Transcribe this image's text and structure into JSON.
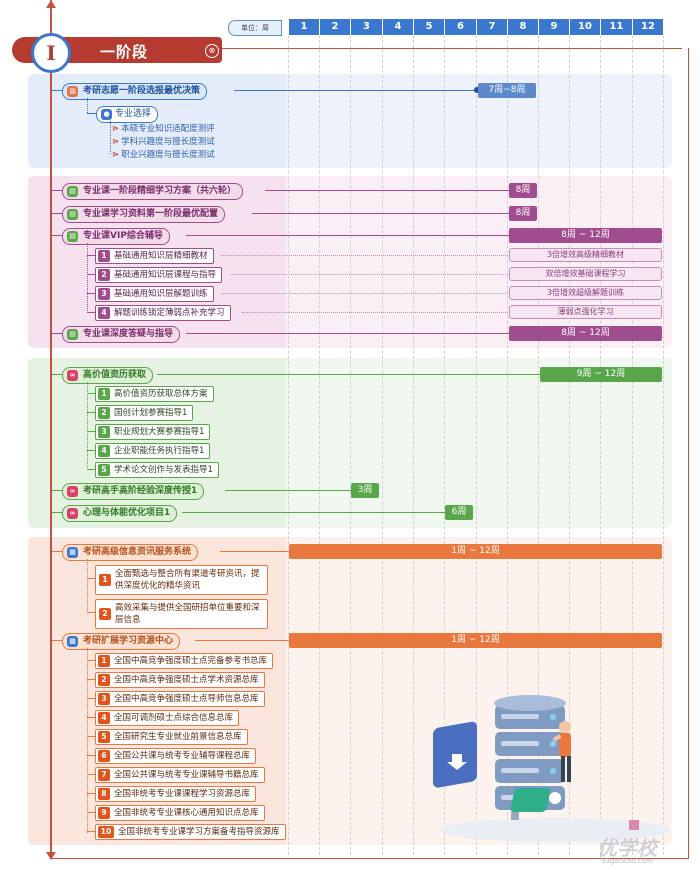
{
  "header": {
    "unit_label": "单位：周",
    "months": [
      "1",
      "2",
      "3",
      "4",
      "5",
      "6",
      "7",
      "8",
      "9",
      "10",
      "11",
      "12"
    ]
  },
  "stage": {
    "numeral": "I",
    "title": "一阶段",
    "chevron": "⊗"
  },
  "section1": {
    "title": "考研志愿一阶段选报最优决策",
    "duration": "7周~8周",
    "group_label": "专业选择",
    "items": [
      "本硕专业知识适配度测评",
      "学科兴趣度与擅长度测试",
      "职业兴趣度与擅长度测试"
    ]
  },
  "section2": {
    "rows": [
      {
        "title": "专业课一阶段精细学习方案（共六轮）",
        "duration": "8周"
      },
      {
        "title": "专业课学习资料第一阶段最优配置",
        "duration": "8周"
      },
      {
        "title": "专业课VIP综合辅导",
        "duration": "8周 ~ 12周"
      }
    ],
    "subs": [
      {
        "num": "1",
        "label": "基础通用知识层精细教材",
        "detail": "3倍增效高级精细教材"
      },
      {
        "num": "2",
        "label": "基础通用知识层课程与指导",
        "detail": "双倍增效基础课程学习"
      },
      {
        "num": "3",
        "label": "基础通用知识层解题训练",
        "detail": "3倍增效超级解题训练"
      },
      {
        "num": "4",
        "label": "解题训练锁定薄弱点补充学习",
        "detail": "薄弱点强化学习"
      }
    ],
    "last": {
      "title": "专业课深度答疑与指导",
      "duration": "8周 ~ 12周"
    }
  },
  "section3": {
    "title": "高价值资历获取",
    "duration": "9周 ~ 12周",
    "subs": [
      {
        "num": "1",
        "label": "高价值资历获取总体方案"
      },
      {
        "num": "2",
        "label": "国创计划参赛指导1"
      },
      {
        "num": "3",
        "label": "职业规划大赛参赛指导1"
      },
      {
        "num": "4",
        "label": "企业职能任务执行指导1"
      },
      {
        "num": "5",
        "label": "学术论文创作与发表指导1"
      }
    ],
    "row2": {
      "title": "考研高手高阶经验深度传授1",
      "duration": "3周"
    },
    "row3": {
      "title": "心理与体能优化项目1",
      "duration": "6周"
    }
  },
  "section4": {
    "title": "考研高级信息资讯服务系统",
    "duration": "1周 ~ 12周",
    "info": [
      {
        "num": "1",
        "label": "全面甄选与整合所有渠道考研资讯，提供深度优化的精华资讯"
      },
      {
        "num": "2",
        "label": "高效采集与提供全国研招单位重要和深层信息"
      }
    ],
    "title2": "考研扩展学习资源中心",
    "duration2": "1周 ~ 12周",
    "resources": [
      {
        "num": "1",
        "label": "全国中高竞争强度硕士点完备参考书总库"
      },
      {
        "num": "2",
        "label": "全国中高竞争强度硕士点学术资源总库"
      },
      {
        "num": "3",
        "label": "全国中高竞争强度硕士点导师信息总库"
      },
      {
        "num": "4",
        "label": "全国可调剂硕士点综合信息总库"
      },
      {
        "num": "5",
        "label": "全国研究生专业就业前景信息总库"
      },
      {
        "num": "6",
        "label": "全国公共课与统考专业辅导课程总库"
      },
      {
        "num": "7",
        "label": "全国公共课与统考专业课辅导书籍总库"
      },
      {
        "num": "8",
        "label": "全国非统考专业课课程学习资源总库"
      },
      {
        "num": "9",
        "label": "全国非统考专业课核心通用知识点总库"
      },
      {
        "num": "10",
        "label": "全国非统考专业课学习方案备考指导资源库"
      }
    ]
  },
  "watermark": "优学校",
  "watermark_url": "93gaokao.com",
  "colors": {
    "blue": "#3a78d0",
    "red": "#b53a30",
    "purple": "#a04d8f",
    "green": "#5aa64a",
    "orange": "#e8783e"
  }
}
